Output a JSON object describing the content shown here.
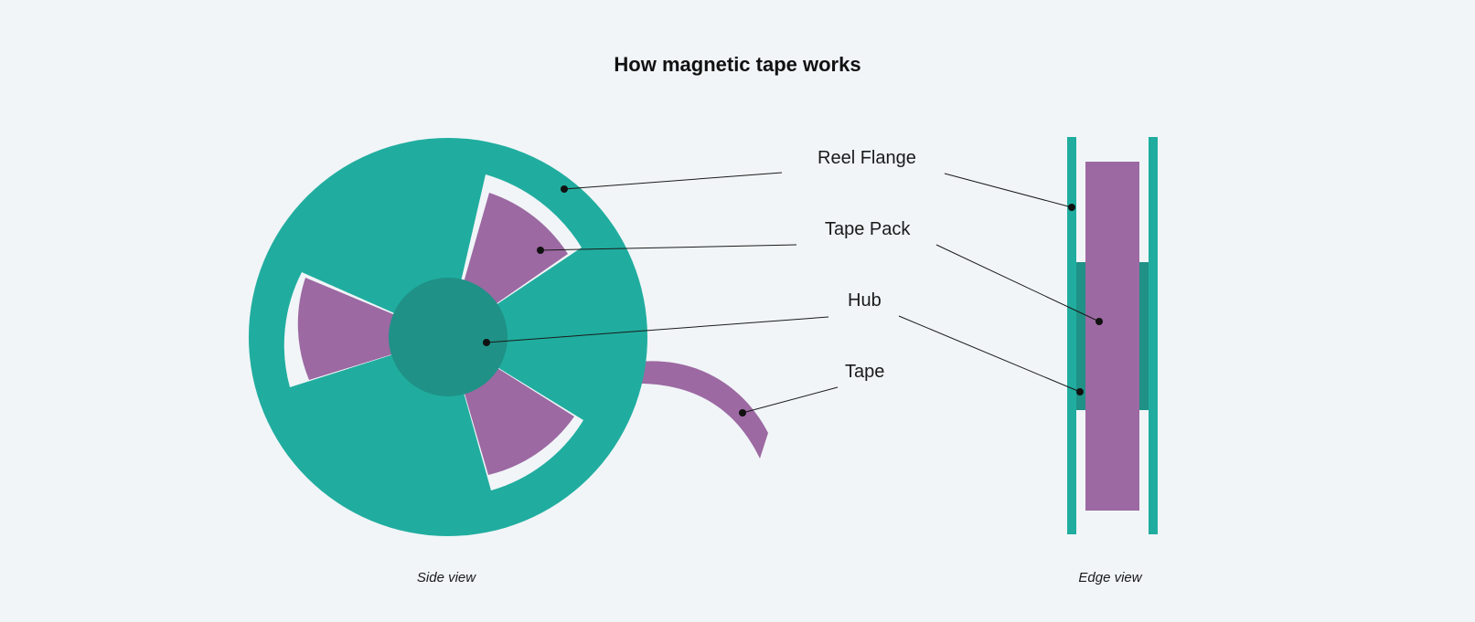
{
  "title": "How magnetic tape works",
  "labels": {
    "reel_flange": "Reel Flange",
    "tape_pack": "Tape Pack",
    "hub": "Hub",
    "tape": "Tape"
  },
  "captions": {
    "side_view": "Side view",
    "edge_view": "Edge view"
  },
  "colors": {
    "background": "#f1f5f8",
    "reel": "#20ad9f",
    "hub": "#1f9186",
    "tape": "#9c69a2",
    "window": "#f1f5f8",
    "leader_line": "#1a1a1a"
  }
}
